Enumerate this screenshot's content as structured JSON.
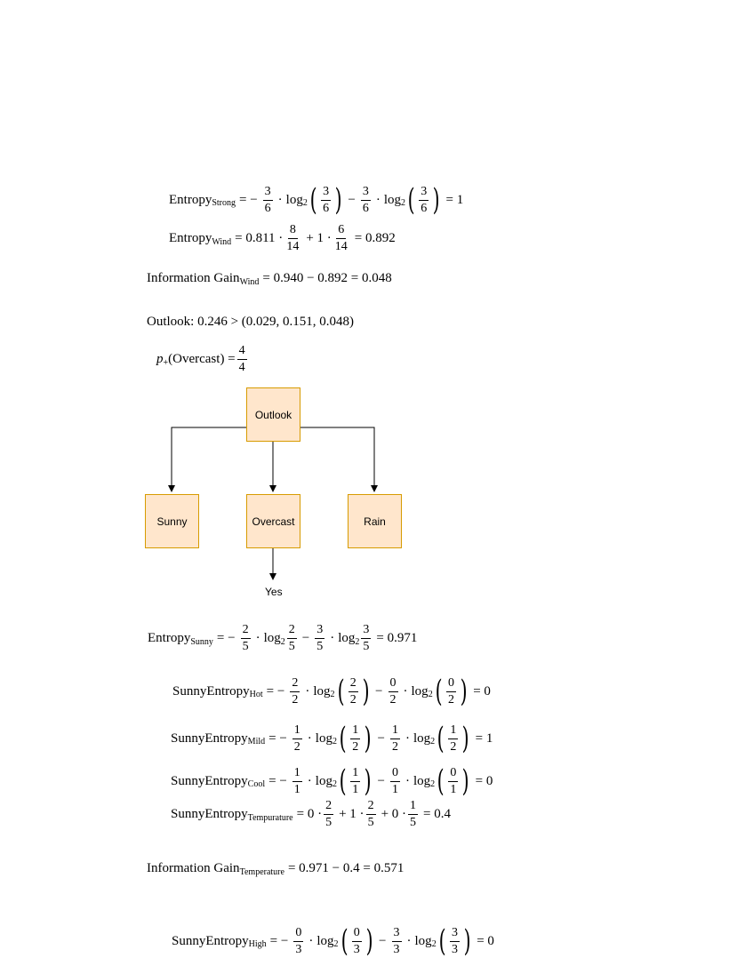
{
  "eq1": {
    "name": "Entropy",
    "sub": "Strong",
    "minus": "−",
    "f1n": "3",
    "f1d": "6",
    "log": "log",
    "logsub": "2",
    "p1n": "3",
    "p1d": "6",
    "f2n": "3",
    "f2d": "6",
    "p2n": "3",
    "p2d": "6",
    "res": "= 1"
  },
  "eq2": {
    "name": "Entropy",
    "sub": "Wind",
    "a": "= 0.811 ·",
    "f1n": "8",
    "f1d": "14",
    "b": "+ 1 ·",
    "f2n": "6",
    "f2d": "14",
    "res": "= 0.892"
  },
  "eq3": {
    "name": "Information Gain",
    "sub": "Wind",
    "rest": "= 0.940 − 0.892 = 0.048"
  },
  "eq4": {
    "text": "Outlook: 0.246 > (0.029, 0.151, 0.048)"
  },
  "eq5": {
    "p": "p",
    "psub": "+",
    "mid": "(Overcast) =",
    "fn": "4",
    "fd": "4"
  },
  "tree": {
    "root": "Outlook",
    "children": [
      "Sunny",
      "Overcast",
      "Rain"
    ],
    "leaf": "Yes"
  },
  "eq6": {
    "name": "Entropy",
    "sub": "Sunny",
    "minus": "= −",
    "f1n": "2",
    "f1d": "5",
    "f2n": "2",
    "f2d": "5",
    "f3n": "3",
    "f3d": "5",
    "f4n": "3",
    "f4d": "5",
    "res": "= 0.971"
  },
  "eq7": {
    "name": "SunnyEntropy",
    "sub": "Hot",
    "f1n": "2",
    "f1d": "2",
    "p1n": "2",
    "p1d": "2",
    "f2n": "0",
    "f2d": "2",
    "p2n": "0",
    "p2d": "2",
    "res": "= 0"
  },
  "eq8": {
    "name": "SunnyEntropy",
    "sub": "Mild",
    "f1n": "1",
    "f1d": "2",
    "p1n": "1",
    "p1d": "2",
    "f2n": "1",
    "f2d": "2",
    "p2n": "1",
    "p2d": "2",
    "res": "= 1"
  },
  "eq9": {
    "name": "SunnyEntropy",
    "sub": "Cool",
    "f1n": "1",
    "f1d": "1",
    "p1n": "1",
    "p1d": "1",
    "f2n": "0",
    "f2d": "1",
    "p2n": "0",
    "p2d": "1",
    "res": "= 0"
  },
  "eq10": {
    "name": "SunnyEntropy",
    "sub": "Tempurature",
    "a": "= 0 ·",
    "f1n": "2",
    "f1d": "5",
    "b": "+ 1 ·",
    "f2n": "2",
    "f2d": "5",
    "c": "+ 0 ·",
    "f3n": "1",
    "f3d": "5",
    "res": "= 0.4"
  },
  "eq11": {
    "name": "Information Gain",
    "sub": "Temperature",
    "rest": "= 0.971 − 0.4 = 0.571"
  },
  "eq12": {
    "name": "SunnyEntropy",
    "sub": "High",
    "f1n": "0",
    "f1d": "3",
    "p1n": "0",
    "p1d": "3",
    "f2n": "3",
    "f2d": "3",
    "p2n": "3",
    "p2d": "3",
    "res": "= 0"
  },
  "sym": {
    "eq": "=",
    "minus": "−",
    "neg": "= −",
    "dot": "·",
    "log": "log",
    "two": "2",
    "lp": "(",
    "rp": ")"
  }
}
